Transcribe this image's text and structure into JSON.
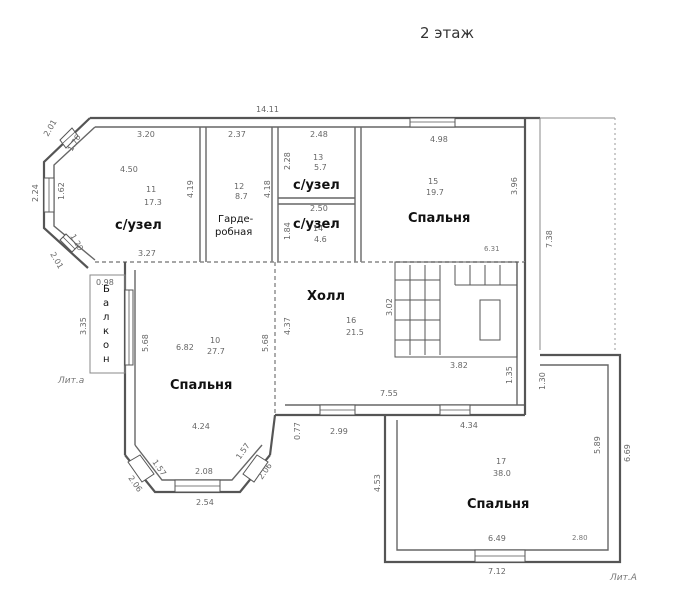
{
  "title": "2 этаж",
  "rooms": {
    "bath_left": "с/узел",
    "wardrobe_1": "Гарде-",
    "wardrobe_2": "робная",
    "bath_mid_top": "с/узел",
    "bath_mid_bottom": "с/узел",
    "bedroom_top_right": "Спальня",
    "hall": "Холл",
    "bedroom_left": "Спальня",
    "bedroom_bottom_right": "Спальня",
    "balcony": [
      "Б",
      "а",
      "л",
      "к",
      "о",
      "н"
    ]
  },
  "dimensions": {
    "overall_top": "14.11",
    "bath_left_width": "3.20",
    "wardrobe_width": "2.37",
    "bath_mid_width": "2.48",
    "bedroom_tr_width": "4.98",
    "bath_mid2_width": "2.50",
    "bath_left_index": "4.50",
    "bath_left_area_n": "11",
    "bath_left_area": "17.3",
    "wardrobe_n": "12",
    "wardrobe_area": "8.7",
    "bath_mid_n": "13",
    "bath_mid_area": "5.7",
    "bath_mid2_n": "14",
    "bath_mid2_area": "4.6",
    "bedroom_tr_n": "15",
    "bedroom_tr_area": "19.7",
    "bay_a": "2.01",
    "bay_b": "1.76",
    "bay_c": "2.24",
    "bay_d": "1.62",
    "bay_e": "1.20",
    "bay_f": "2.01",
    "h_419": "4.19",
    "h_418": "4.18",
    "h_228": "2.28",
    "h_184": "1.84",
    "h_396": "3.96",
    "h_738": "7.38",
    "w_327": "3.27",
    "w_0_98": "0.98",
    "b_335": "3.35",
    "h_568": "5.68",
    "bl_index": "6.82",
    "bl_n": "10",
    "bl_area": "27.7",
    "h_568b": "5.68",
    "h_437": "4.37",
    "hall_n": "16",
    "hall_area": "21.5",
    "h_302": "3.02",
    "w_382": "3.82",
    "h_135": "1.35",
    "w_755": "7.55",
    "h_130": "1.30",
    "s_631": "6.31",
    "bl_bottom_index": "4.24",
    "bay2_a": "1.57",
    "bay2_b": "1.57",
    "bay2_c": "2.06",
    "bay2_d": "2.08",
    "bay2_e": "2.06",
    "w_254": "2.54",
    "w_0_77": "0.77",
    "w_299": "2.99",
    "w_434": "4.34",
    "h_453": "4.53",
    "h_589": "5.89",
    "h_669": "6.69",
    "br_n": "17",
    "br_area": "38.0",
    "w_649": "6.49",
    "w_712": "7.12",
    "s_280": "2.80"
  },
  "labels": {
    "lit_a_left": "Лит.а",
    "lit_a_right": "Лит.А"
  }
}
